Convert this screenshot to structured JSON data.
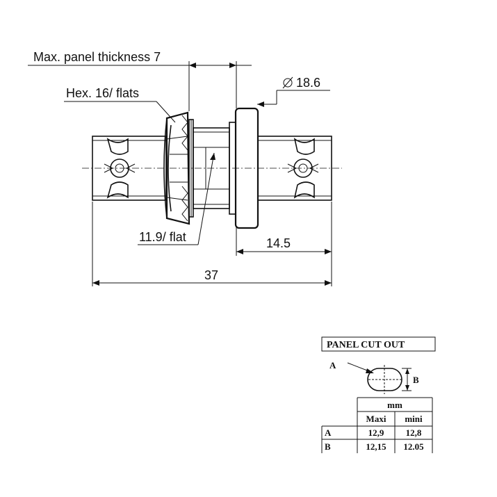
{
  "drawing": {
    "labels": {
      "panel_thickness": "Max. panel thickness 7",
      "hex": "Hex. 16/ flats",
      "diameter": "18.6",
      "flat": "11.9/ flat",
      "width_14_5": "14.5",
      "length_37": "37"
    }
  },
  "cutout": {
    "title": "PANEL CUT OUT",
    "label_a": "A",
    "label_b": "B",
    "table": {
      "unit": "mm",
      "columns": [
        "Maxi",
        "mini"
      ],
      "rows": [
        {
          "label": "A",
          "maxi": "12,9",
          "mini": "12,8"
        },
        {
          "label": "B",
          "maxi": "12,15",
          "mini": "12.05"
        }
      ]
    }
  }
}
